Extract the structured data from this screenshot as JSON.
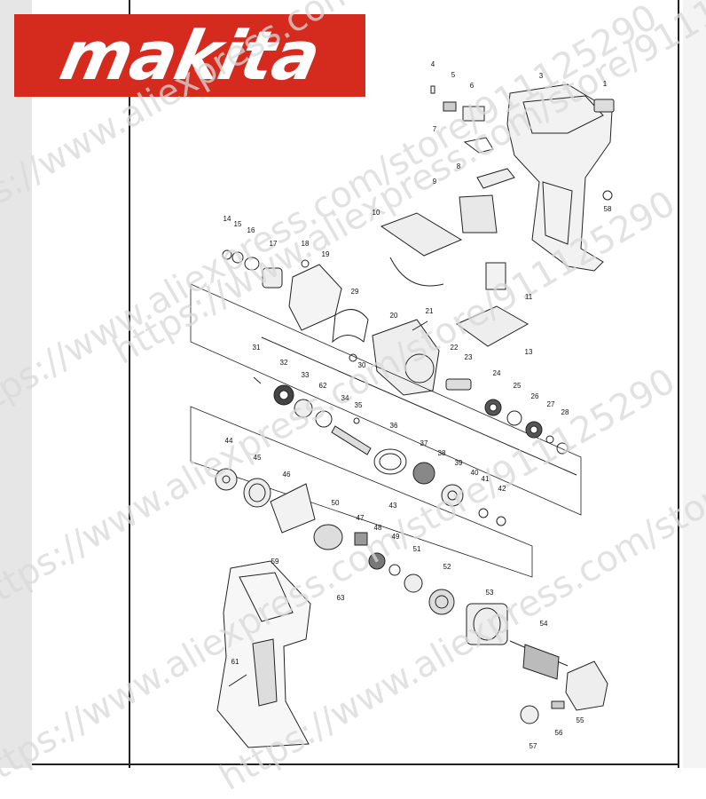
{
  "brand": {
    "logo_text": "makita",
    "color": "#d52b1e"
  },
  "watermark": {
    "lines": [
      "https://www.aliexpress.com/store/911125290",
      "https://www.aliexpress.com/store/911125290",
      "https://www.aliexpress.com/store/911125290",
      "https://www.aliexpress.com/store/911125290",
      "https://www.aliexpress.com/store/911125290",
      "https://www.aliexpress.com/store/911125290"
    ]
  },
  "parts": [
    {
      "n": "1"
    },
    {
      "n": "3"
    },
    {
      "n": "4"
    },
    {
      "n": "5"
    },
    {
      "n": "6"
    },
    {
      "n": "7"
    },
    {
      "n": "8"
    },
    {
      "n": "9"
    },
    {
      "n": "10"
    },
    {
      "n": "11"
    },
    {
      "n": "13"
    },
    {
      "n": "14"
    },
    {
      "n": "15"
    },
    {
      "n": "16"
    },
    {
      "n": "17"
    },
    {
      "n": "18"
    },
    {
      "n": "19"
    },
    {
      "n": "20"
    },
    {
      "n": "21"
    },
    {
      "n": "22"
    },
    {
      "n": "23"
    },
    {
      "n": "24"
    },
    {
      "n": "25"
    },
    {
      "n": "26"
    },
    {
      "n": "27"
    },
    {
      "n": "28"
    },
    {
      "n": "29"
    },
    {
      "n": "30"
    },
    {
      "n": "31"
    },
    {
      "n": "32"
    },
    {
      "n": "33"
    },
    {
      "n": "34"
    },
    {
      "n": "35"
    },
    {
      "n": "36"
    },
    {
      "n": "37"
    },
    {
      "n": "38"
    },
    {
      "n": "39"
    },
    {
      "n": "40"
    },
    {
      "n": "41"
    },
    {
      "n": "42"
    },
    {
      "n": "43"
    },
    {
      "n": "44"
    },
    {
      "n": "45"
    },
    {
      "n": "46"
    },
    {
      "n": "47"
    },
    {
      "n": "48"
    },
    {
      "n": "49"
    },
    {
      "n": "50"
    },
    {
      "n": "51"
    },
    {
      "n": "52"
    },
    {
      "n": "53"
    },
    {
      "n": "54"
    },
    {
      "n": "55"
    },
    {
      "n": "56"
    },
    {
      "n": "57"
    },
    {
      "n": "58"
    },
    {
      "n": "59"
    },
    {
      "n": "61"
    },
    {
      "n": "62"
    },
    {
      "n": "63"
    }
  ]
}
